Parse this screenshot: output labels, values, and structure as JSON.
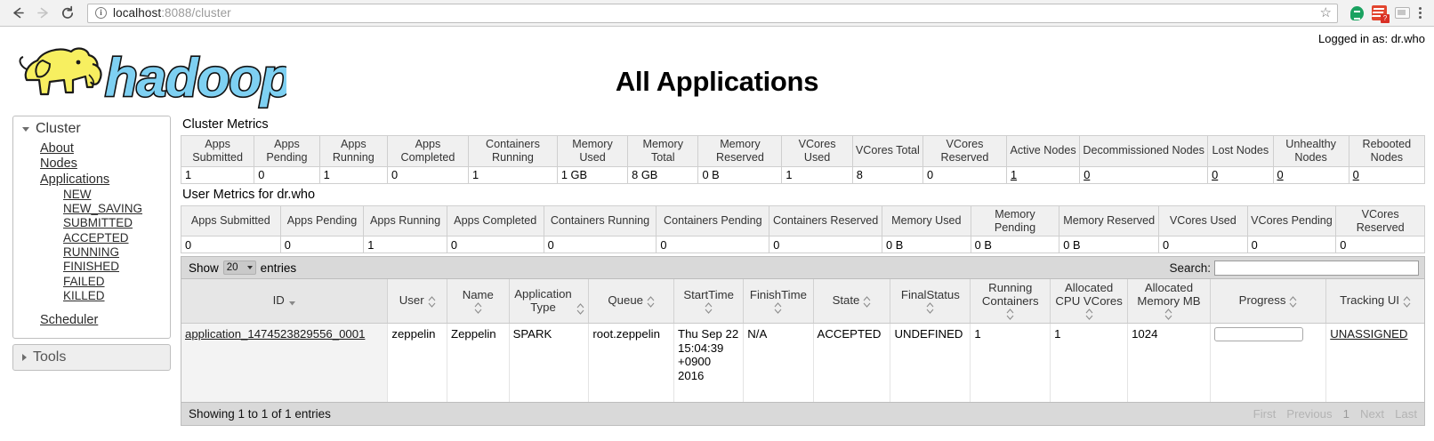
{
  "browser": {
    "back_icon": "back-arrow-icon",
    "forward_icon": "forward-arrow-icon",
    "reload_icon": "reload-icon",
    "site_info_icon": "info-icon",
    "url_host": "localhost",
    "url_path": ":8088/cluster",
    "bookmark_icon": "star-icon",
    "extensions": [
      "hangouts-extension-icon",
      "todoist-extension-icon",
      "cast-extension-icon"
    ],
    "menu_icon": "kebab-menu-icon",
    "badge_text": "?"
  },
  "header": {
    "logo_alt": "hadoop",
    "logo_text": "hadoop",
    "title": "All Applications",
    "logged_in": "Logged in as: dr.who"
  },
  "sidebar": {
    "cluster": {
      "label": "Cluster",
      "expanded": true,
      "items": [
        {
          "label": "About"
        },
        {
          "label": "Nodes"
        },
        {
          "label": "Applications"
        }
      ],
      "app_states": [
        {
          "label": "NEW"
        },
        {
          "label": "NEW_SAVING"
        },
        {
          "label": "SUBMITTED"
        },
        {
          "label": "ACCEPTED"
        },
        {
          "label": "RUNNING"
        },
        {
          "label": "FINISHED"
        },
        {
          "label": "FAILED"
        },
        {
          "label": "KILLED"
        }
      ],
      "scheduler": {
        "label": "Scheduler"
      }
    },
    "tools": {
      "label": "Tools",
      "expanded": false
    }
  },
  "cluster_metrics": {
    "title": "Cluster Metrics",
    "headers": [
      "Apps Submitted",
      "Apps Pending",
      "Apps Running",
      "Apps Completed",
      "Containers Running",
      "Memory Used",
      "Memory Total",
      "Memory Reserved",
      "VCores Used",
      "VCores Total",
      "VCores Reserved",
      "Active Nodes",
      "Decommissioned Nodes",
      "Lost Nodes",
      "Unhealthy Nodes",
      "Rebooted Nodes"
    ],
    "values": [
      "1",
      "0",
      "1",
      "0",
      "1",
      "1 GB",
      "8 GB",
      "0 B",
      "1",
      "8",
      "0",
      "1",
      "0",
      "0",
      "0",
      "0"
    ],
    "link_flags": [
      false,
      false,
      false,
      false,
      false,
      false,
      false,
      false,
      false,
      false,
      false,
      true,
      true,
      true,
      true,
      true
    ]
  },
  "user_metrics": {
    "title": "User Metrics for dr.who",
    "headers": [
      "Apps Submitted",
      "Apps Pending",
      "Apps Running",
      "Apps Completed",
      "Containers Running",
      "Containers Pending",
      "Containers Reserved",
      "Memory Used",
      "Memory Pending",
      "Memory Reserved",
      "VCores Used",
      "VCores Pending",
      "VCores Reserved"
    ],
    "values": [
      "0",
      "0",
      "1",
      "0",
      "0",
      "0",
      "0",
      "0 B",
      "0 B",
      "0 B",
      "0",
      "0",
      "0"
    ]
  },
  "datatable": {
    "show_label": "Show",
    "length_value": "20",
    "entries_label": "entries",
    "search_label": "Search:",
    "search_value": "",
    "search_placeholder": "",
    "columns": [
      {
        "label": "ID",
        "sort": "desc"
      },
      {
        "label": "User",
        "sort": "both"
      },
      {
        "label": "Name",
        "sort": "both"
      },
      {
        "label": "Application Type",
        "sort": "both"
      },
      {
        "label": "Queue",
        "sort": "both"
      },
      {
        "label": "StartTime",
        "sort": "both"
      },
      {
        "label": "FinishTime",
        "sort": "both"
      },
      {
        "label": "State",
        "sort": "both"
      },
      {
        "label": "FinalStatus",
        "sort": "both"
      },
      {
        "label": "Running Containers",
        "sort": "both"
      },
      {
        "label": "Allocated CPU VCores",
        "sort": "both"
      },
      {
        "label": "Allocated Memory MB",
        "sort": "both"
      },
      {
        "label": "Progress",
        "sort": "both"
      },
      {
        "label": "Tracking UI",
        "sort": "both"
      }
    ],
    "rows": [
      {
        "id": "application_1474523829556_0001",
        "user": "zeppelin",
        "name": "Zeppelin",
        "application_type": "SPARK",
        "queue": "root.zeppelin",
        "start_time": "Thu Sep 22 15:04:39 +0900 2016",
        "finish_time": "N/A",
        "state": "ACCEPTED",
        "final_status": "UNDEFINED",
        "running_containers": "1",
        "allocated_cpu_vcores": "1",
        "allocated_memory_mb": "1024",
        "progress": "",
        "tracking_ui": "UNASSIGNED"
      }
    ],
    "info": "Showing 1 to 1 of 1 entries",
    "paginate": {
      "first": "First",
      "previous": "Previous",
      "page": "1",
      "next": "Next",
      "last": "Last"
    }
  },
  "colors": {
    "logo_yellow": "#f5ec5a",
    "logo_blue": "#7ed0f2",
    "header_grey": "#efefef",
    "toolbar_grey": "#d9d9d9"
  }
}
